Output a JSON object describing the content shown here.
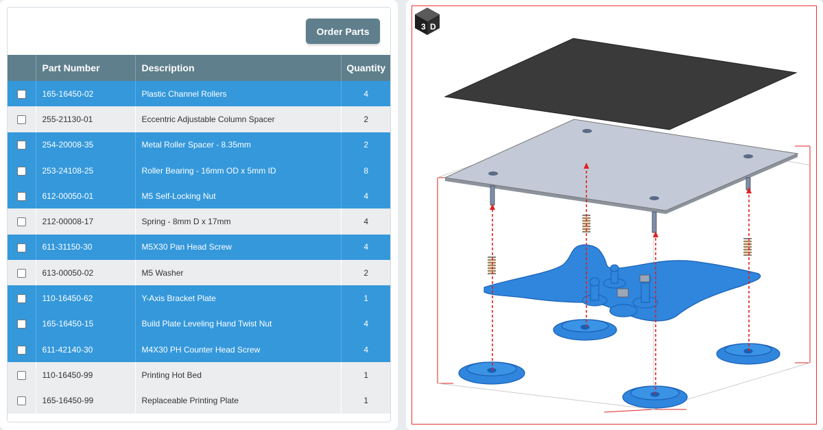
{
  "toolbar": {
    "order_button_label": "Order Parts"
  },
  "table": {
    "headers": {
      "select": "",
      "part_number": "Part Number",
      "description": "Description",
      "quantity": "Quantity"
    },
    "rows": [
      {
        "part_number": "165-16450-02",
        "description": "Plastic Channel Rollers",
        "quantity": "4",
        "highlighted": true
      },
      {
        "part_number": "255-21130-01",
        "description": "Eccentric Adjustable Column Spacer",
        "quantity": "2",
        "highlighted": false
      },
      {
        "part_number": "254-20008-35",
        "description": "Metal Roller Spacer - 8.35mm",
        "quantity": "2",
        "highlighted": true
      },
      {
        "part_number": "253-24108-25",
        "description": "Roller Bearing - 16mm OD x 5mm ID",
        "quantity": "8",
        "highlighted": true
      },
      {
        "part_number": "612-00050-01",
        "description": "M5 Self-Locking Nut",
        "quantity": "4",
        "highlighted": true
      },
      {
        "part_number": "212-00008-17",
        "description": "Spring - 8mm D x 17mm",
        "quantity": "4",
        "highlighted": false
      },
      {
        "part_number": "611-31150-30",
        "description": "M5X30 Pan Head Screw",
        "quantity": "4",
        "highlighted": true
      },
      {
        "part_number": "613-00050-02",
        "description": "M5 Washer",
        "quantity": "2",
        "highlighted": false
      },
      {
        "part_number": "110-16450-62",
        "description": "Y-Axis Bracket Plate",
        "quantity": "1",
        "highlighted": true
      },
      {
        "part_number": "165-16450-15",
        "description": "Build Plate Leveling Hand Twist Nut",
        "quantity": "4",
        "highlighted": true
      },
      {
        "part_number": "611-42140-30",
        "description": "M4X30 PH Counter Head Screw",
        "quantity": "4",
        "highlighted": true
      },
      {
        "part_number": "110-16450-99",
        "description": "Printing Hot Bed",
        "quantity": "1",
        "highlighted": false
      },
      {
        "part_number": "165-16450-99",
        "description": "Replaceable Printing Plate",
        "quantity": "1",
        "highlighted": false
      }
    ]
  },
  "viewer": {
    "view_cube_label": "3D",
    "colors": {
      "accent": "#3498db",
      "header": "#5f7f8c",
      "part_blue": "#2f86dc",
      "guide_red": "#e02020",
      "plate_dark": "#3a3a3a"
    }
  }
}
